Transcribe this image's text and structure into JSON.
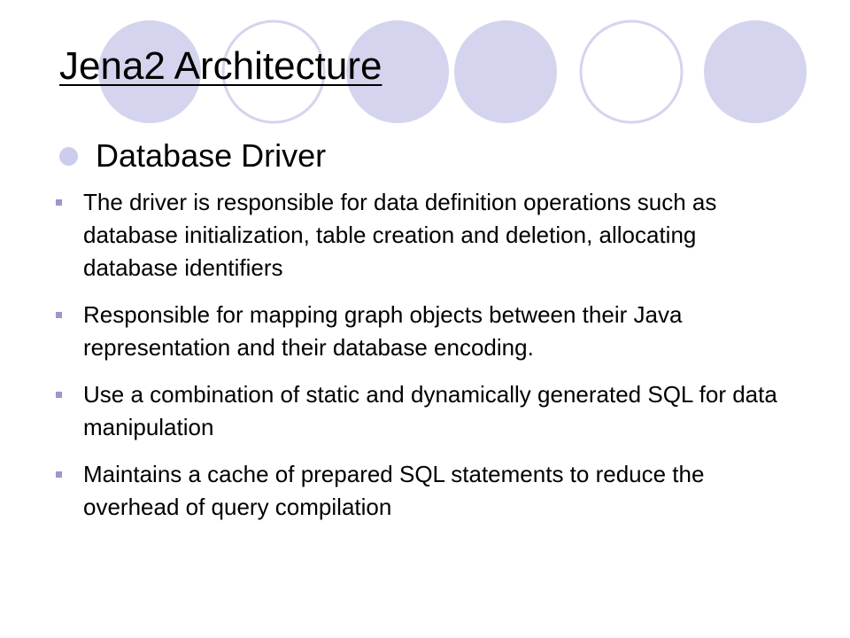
{
  "slide": {
    "title": "Jena2 Architecture",
    "heading": "Database Driver",
    "items": [
      "The driver is responsible for data definition operations such as database initialization, table creation and deletion, allocating database identifiers",
      "Responsible for mapping graph objects between their Java representation and their database encoding.",
      "Use a combination of static and dynamically generated SQL for data manipulation",
      "Maintains a cache of prepared SQL statements to reduce the overhead of query compilation"
    ]
  },
  "colors": {
    "circle_fill": "#d4d4ee",
    "circle_outline": "#d4d4ee",
    "bullet": "#9999cc"
  }
}
